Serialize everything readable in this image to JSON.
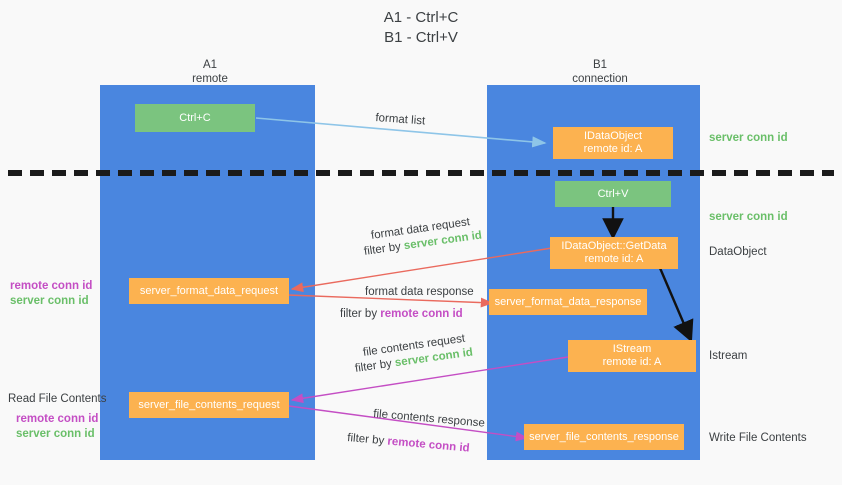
{
  "title": {
    "line1": "A1 - Ctrl+C",
    "line2": "B1 - Ctrl+V"
  },
  "columns": [
    {
      "name": "A1",
      "sub": "remote"
    },
    {
      "name": "B1",
      "sub": "connection"
    }
  ],
  "boxes": {
    "ctrl_c": {
      "label": "Ctrl+C"
    },
    "ctrl_v": {
      "label": "Ctrl+V"
    },
    "idataobject": {
      "line1": "IDataObject",
      "line2": "remote id: A"
    },
    "getdata": {
      "line1": "IDataObject::GetData",
      "line2": "remote id: A"
    },
    "istream": {
      "line1": "IStream",
      "line2": "remote id: A"
    },
    "server_format_data_request": {
      "label": "server_format_data_request"
    },
    "server_format_data_response": {
      "label": "server_format_data_response"
    },
    "server_file_contents_request": {
      "label": "server_file_contents_request"
    },
    "server_file_contents_response": {
      "label": "server_file_contents_response"
    }
  },
  "right_labels": {
    "server_conn_id_1": "server conn id",
    "server_conn_id_2": "server conn id",
    "dataobject": "DataObject",
    "istream": "Istream",
    "write_file_contents": "Write File Contents"
  },
  "left_labels": {
    "remote_conn_id_1": "remote conn id",
    "server_conn_id_1": "server conn id",
    "read_file_contents": "Read File Contents",
    "remote_conn_id_2": "remote conn id",
    "server_conn_id_2": "server conn id"
  },
  "flows": {
    "format_list": "format list",
    "format_data_request": "format data request",
    "format_data_request_filter_prefix": "filter by ",
    "format_data_request_filter_value": "server conn id",
    "format_data_response": "format data response",
    "format_data_response_filter_prefix": "filter by ",
    "format_data_response_filter_value": "remote conn id",
    "file_contents_request": "file contents request",
    "file_contents_request_filter_prefix": "filter by ",
    "file_contents_request_filter_value": "server conn id",
    "file_contents_response": "file contents response",
    "file_contents_response_filter_prefix": "filter by ",
    "file_contents_response_filter_value": "remote conn id"
  },
  "colors": {
    "lane": "#4a86df",
    "green_box": "#7bc47f",
    "orange_box": "#fcb250",
    "green_text": "#6abf69",
    "purple_text": "#c44ec4",
    "arrow_light_blue": "#8ec5e8",
    "arrow_red": "#ea6a5e",
    "arrow_purple": "#c44ec4",
    "arrow_black": "#000000",
    "background": "#f9f9f9"
  }
}
